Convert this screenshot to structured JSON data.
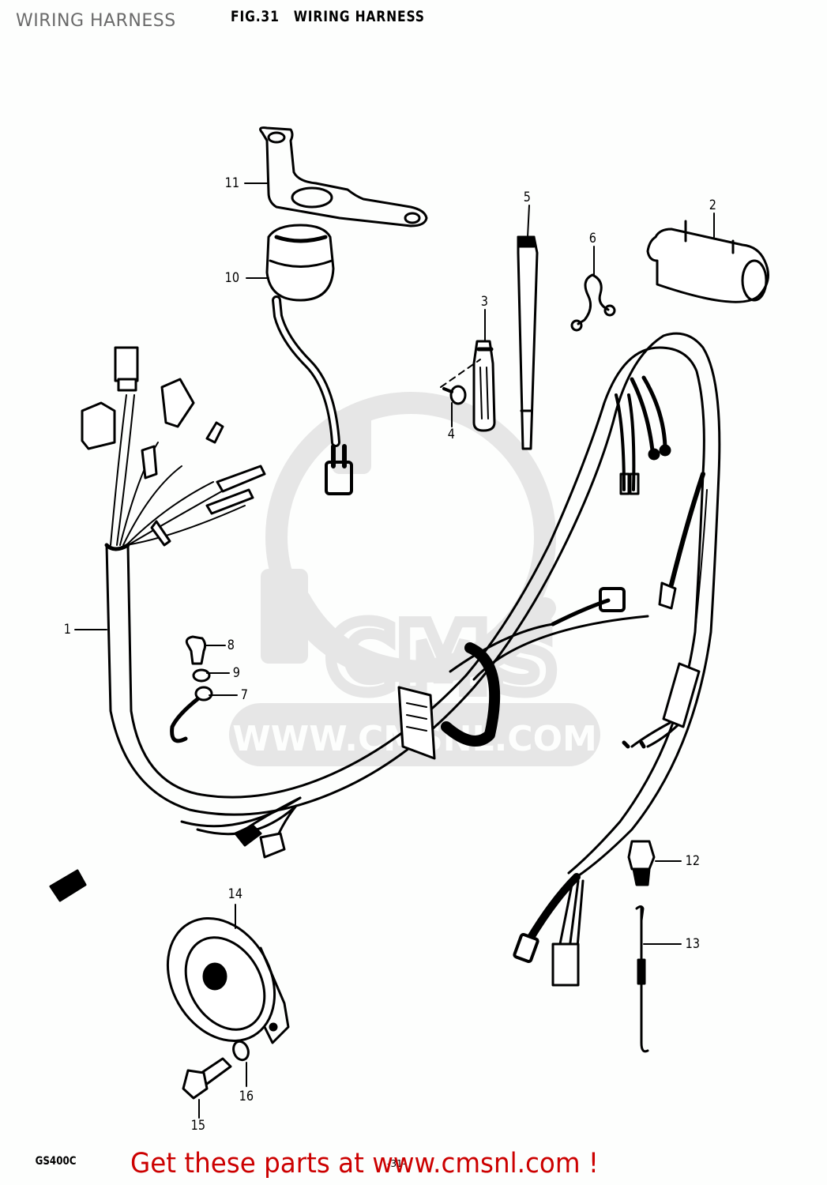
{
  "page": {
    "title": "WIRING HARNESS"
  },
  "figure": {
    "number_label": "FIG.31",
    "title": "WIRING HARNESS",
    "model_code": "GS400C",
    "page_number": "-31-"
  },
  "watermark": {
    "text": "WWW.CMSNL.COM",
    "logo_text": "CMS",
    "color": "#e6e6e6"
  },
  "parts": [
    {
      "ref": "1",
      "name": "wiring-harness"
    },
    {
      "ref": "2",
      "name": "ignition-coil-cylinder"
    },
    {
      "ref": "3",
      "name": "clamp"
    },
    {
      "ref": "4",
      "name": "screw"
    },
    {
      "ref": "5",
      "name": "band"
    },
    {
      "ref": "6",
      "name": "clamp-wire"
    },
    {
      "ref": "7",
      "name": "hook"
    },
    {
      "ref": "8",
      "name": "bolt"
    },
    {
      "ref": "9",
      "name": "washer"
    },
    {
      "ref": "10",
      "name": "ignition-switch"
    },
    {
      "ref": "11",
      "name": "switch-bracket"
    },
    {
      "ref": "12",
      "name": "stop-switch"
    },
    {
      "ref": "13",
      "name": "spring"
    },
    {
      "ref": "14",
      "name": "horn"
    },
    {
      "ref": "15",
      "name": "horn-bolt"
    },
    {
      "ref": "16",
      "name": "horn-washer"
    }
  ],
  "callouts": {
    "c1": "1",
    "c2": "2",
    "c3": "3",
    "c4": "4",
    "c5": "5",
    "c6": "6",
    "c7": "7",
    "c8": "8",
    "c9": "9",
    "c10": "10",
    "c11": "11",
    "c12": "12",
    "c13": "13",
    "c14": "14",
    "c15": "15",
    "c16": "16"
  },
  "footer": {
    "promo_text": "Get these parts at www.cmsnl.com !",
    "promo_color": "#cc0000"
  }
}
